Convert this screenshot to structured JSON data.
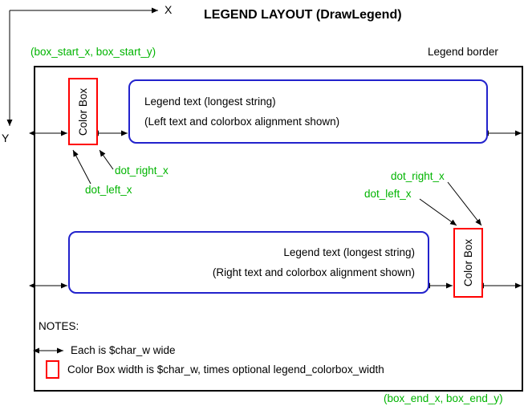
{
  "title": "LEGEND LAYOUT (DrawLegend)",
  "axes": {
    "x_label": "X",
    "y_label": "Y"
  },
  "labels": {
    "box_start": "(box_start_x, box_start_y)",
    "box_end": "(box_end_x, box_end_y)",
    "legend_border": "Legend border",
    "dot_right_x": "dot_right_x",
    "dot_left_x": "dot_left_x"
  },
  "legend": {
    "top": {
      "colorbox_label": "Color Box",
      "text_line1": "Legend text (longest string)",
      "text_line2": "(Left text and colorbox alignment shown)"
    },
    "bottom": {
      "colorbox_label": "Color Box",
      "text_line1": "Legend text (longest string)",
      "text_line2": "(Right text and colorbox alignment shown)"
    }
  },
  "notes": {
    "heading": "NOTES:",
    "arrow_note": "Each is $char_w wide",
    "colorbox_note": "Color Box width is $char_w, times optional legend_colorbox_width"
  },
  "colors": {
    "annotation_green": "#00b400",
    "colorbox_red": "#ff0000",
    "textbox_blue": "#2222cc",
    "line_black": "#000000"
  }
}
